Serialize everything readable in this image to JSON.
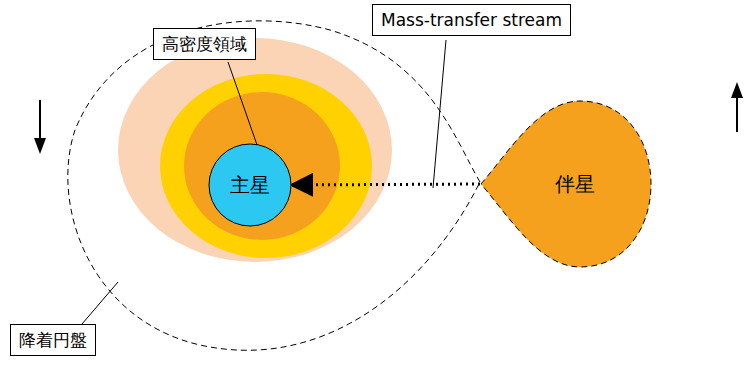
{
  "diagram": {
    "nodes": [
      {
        "text": [
          "Mass-transfer stream"
        ]
      },
      {
        "text": [
          "高密度領域"
        ]
      },
      {
        "text": [
          "主星"
        ]
      },
      {
        "text": [
          "伴星"
        ]
      },
      {
        "text": [
          "降着円盤"
        ]
      }
    ],
    "edges": [
      {
        "from": 3,
        "to": 2,
        "arrow": "to"
      }
    ]
  }
}
